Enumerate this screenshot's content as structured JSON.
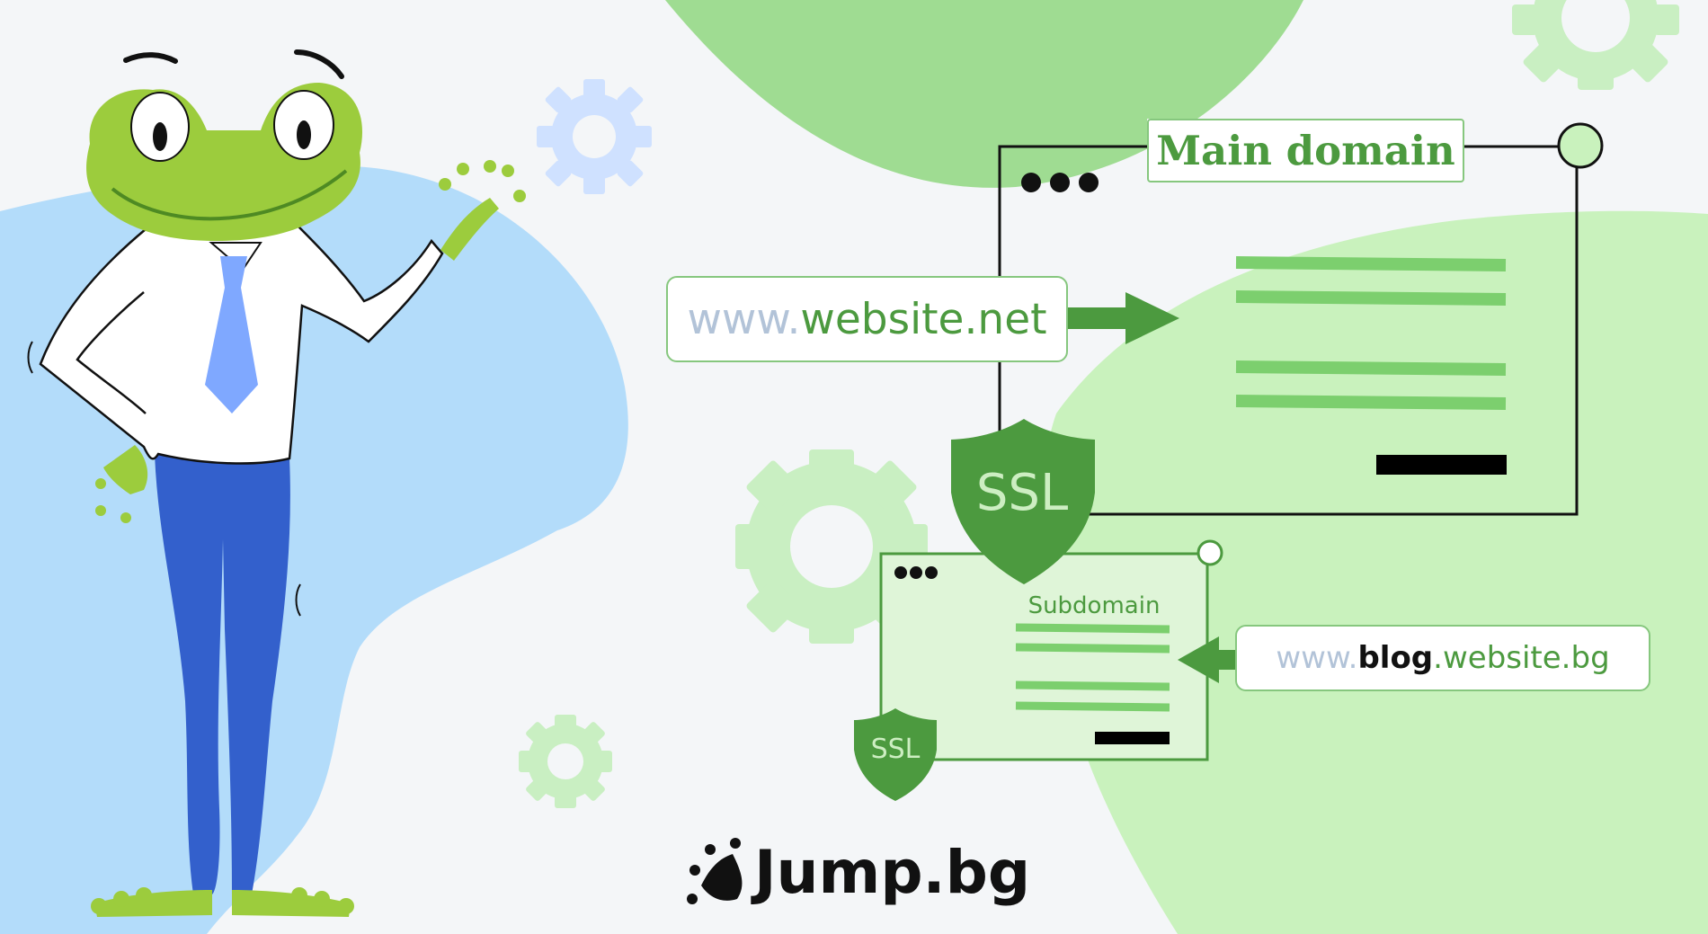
{
  "colors": {
    "background": "#f4f6f8",
    "blue_blob": "#b3dcfa",
    "green_blob": "#9fdc92",
    "light_green_blob": "#c9f2bd",
    "accent_green": "#4c9a3f",
    "frog_green": "#9ccc3d",
    "pants_blue": "#3360cc",
    "tie_blue": "#7fa8ff"
  },
  "main_url": {
    "prefix": "www.",
    "domain": "website.net"
  },
  "main_window": {
    "label": "Main domain"
  },
  "ssl_big": {
    "label": "SSL"
  },
  "sub_window": {
    "label": "Subdomain"
  },
  "ssl_small": {
    "label": "SSL"
  },
  "sub_url": {
    "prefix": "www.",
    "subdomain": "blog",
    "domain": ".website.bg"
  },
  "brand": {
    "name": "Jump.bg",
    "icon": "frog-foot-icon"
  },
  "character": {
    "name": "frog-mascot"
  }
}
